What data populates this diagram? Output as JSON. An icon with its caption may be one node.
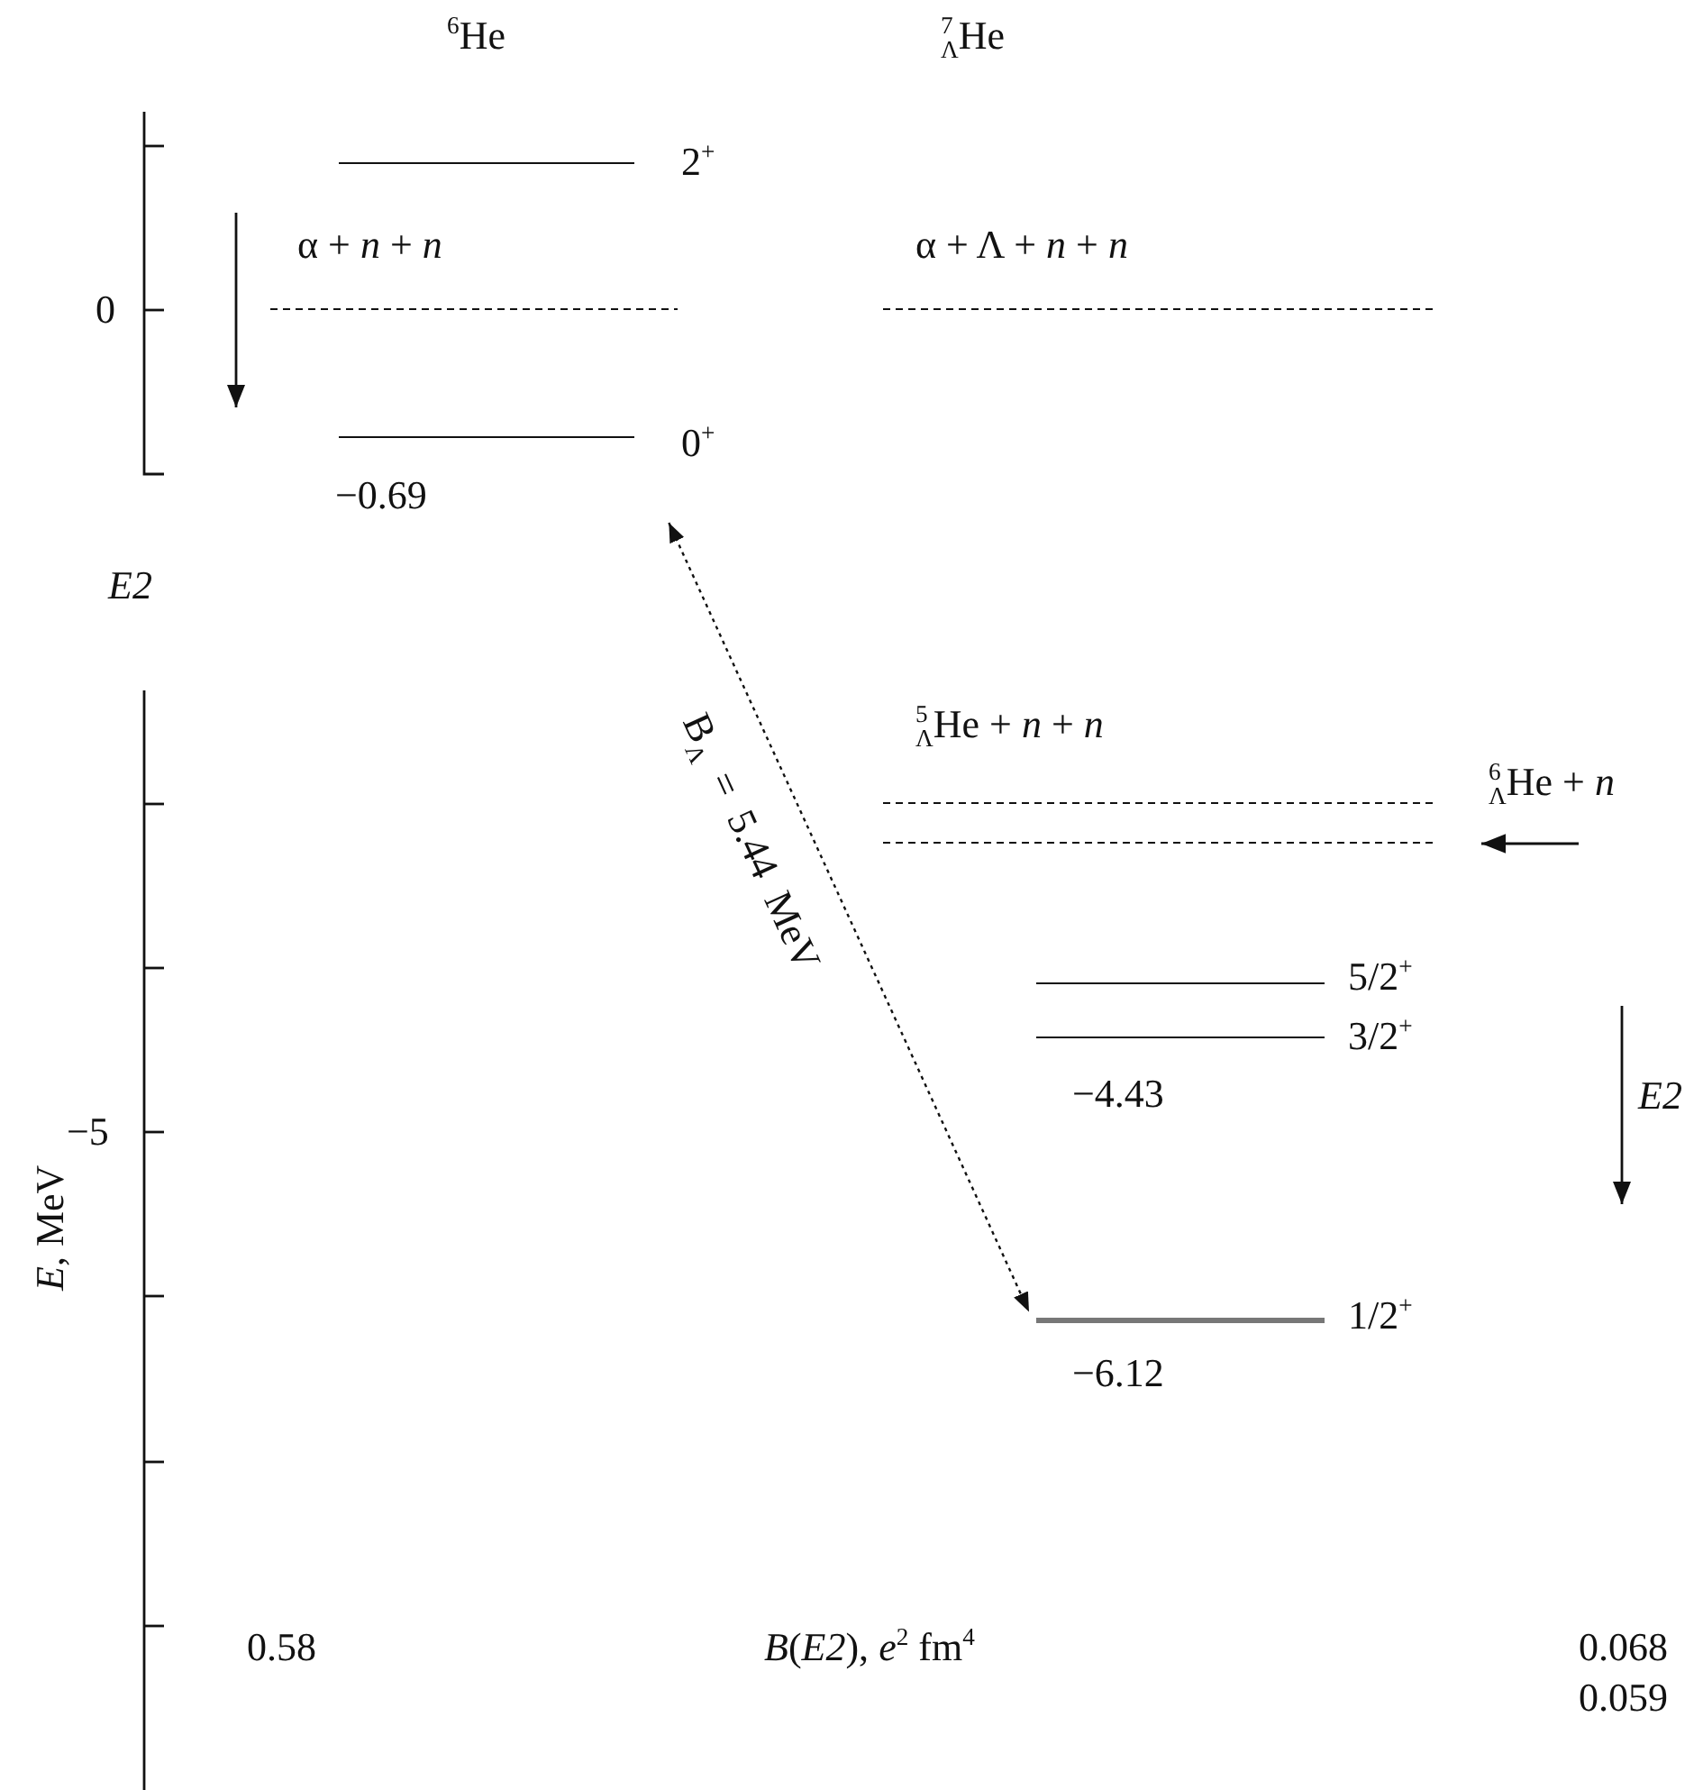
{
  "diagram": {
    "nodes": [
      {
        "text": [
          "2$^{+}$"
        ]
      },
      {
        "text": [
          "α + *n* + *n*"
        ]
      },
      {
        "text": [
          "0$^{+}$",
          "−0.69"
        ]
      },
      {
        "text": [
          "α +  Λ + *n* + *n*"
        ]
      },
      {
        "text": [
          "$^{5}$$_{Λ}$He + *n* + *n*"
        ]
      },
      {
        "text": [],
        "shape": "bar"
      },
      {
        "text": [
          "5/2$^{+}$"
        ]
      },
      {
        "text": [
          "3/2$^{+}$",
          "−4.43"
        ]
      },
      {
        "text": [
          "1/2$^{+}$",
          "−6.12"
        ]
      }
    ],
    "edges": [
      {
        "from": 2,
        "to": 8,
        "arrow": "both",
        "style": "dashed",
        "label": "B$_{Λ}$ = 5.44 MeV"
      },
      {
        "from": null,
        "to": 5,
        "arrow": "to"
      }
    ],
    "labels": [
      "$^{6}$He",
      "$^{7}$$_{Λ}$He",
      "0",
      "E2",
      "$^{6}$$_{Λ}$He + *n*",
      "E2",
      "−5",
      "*E*, MeV",
      "0.58",
      "*B*(*E2*), *e*$^{2}$ fm$^{4}$",
      "0.068",
      "0.059"
    ]
  }
}
